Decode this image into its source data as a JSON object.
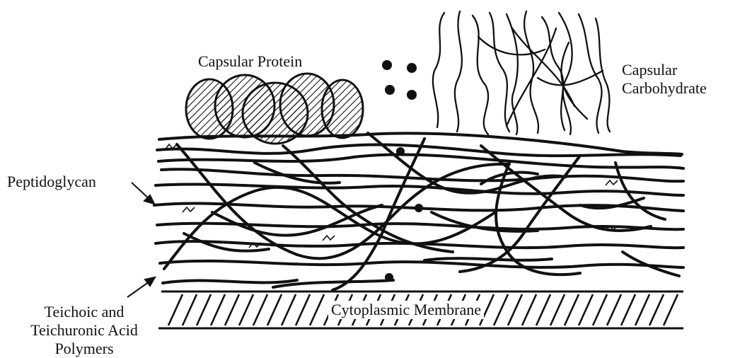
{
  "labels": {
    "capsular_protein": "Capsular Protein",
    "capsular_carbohydrate_line1": "Capsular",
    "capsular_carbohydrate_line2": "Carbohydrate",
    "peptidoglycan": "Peptidoglycan",
    "cytoplasmic_membrane": "Cytoplasmic Membrane",
    "teichoic_line1": "Teichoic and",
    "teichoic_line2": "Teichuronic Acid",
    "teichoic_line3": "Polymers"
  },
  "colors": {
    "ink": "#111111",
    "background": "#ffffff"
  }
}
